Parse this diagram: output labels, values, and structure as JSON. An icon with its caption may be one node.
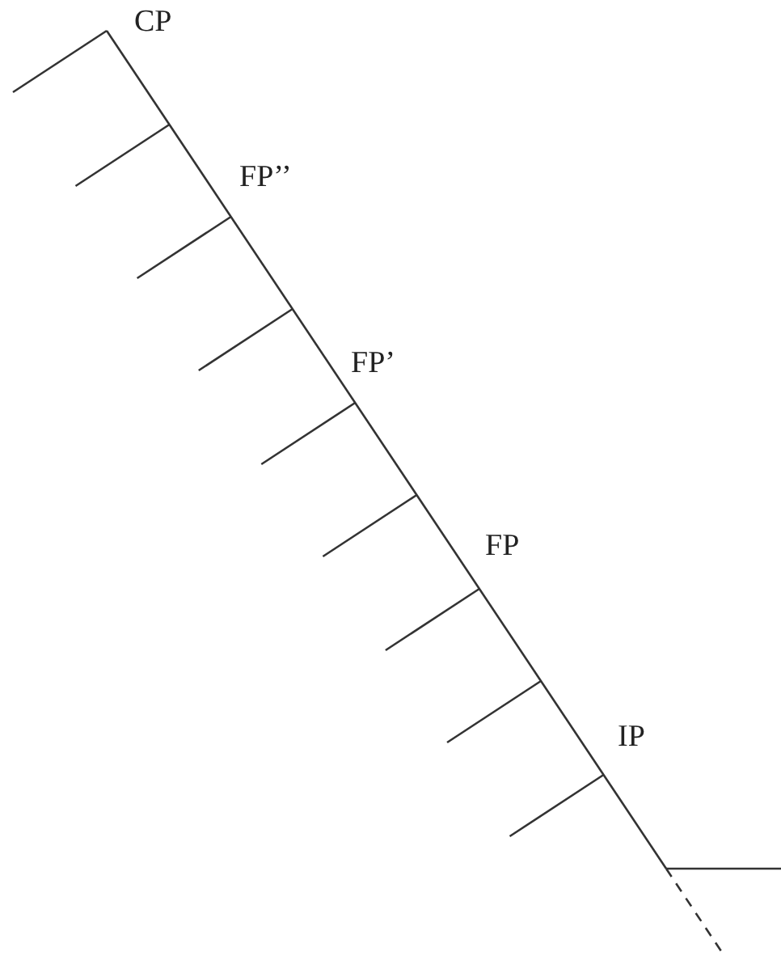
{
  "diagram": {
    "labels": [
      "CP",
      "FP’’",
      "FP’",
      "FP",
      "IP"
    ]
  }
}
